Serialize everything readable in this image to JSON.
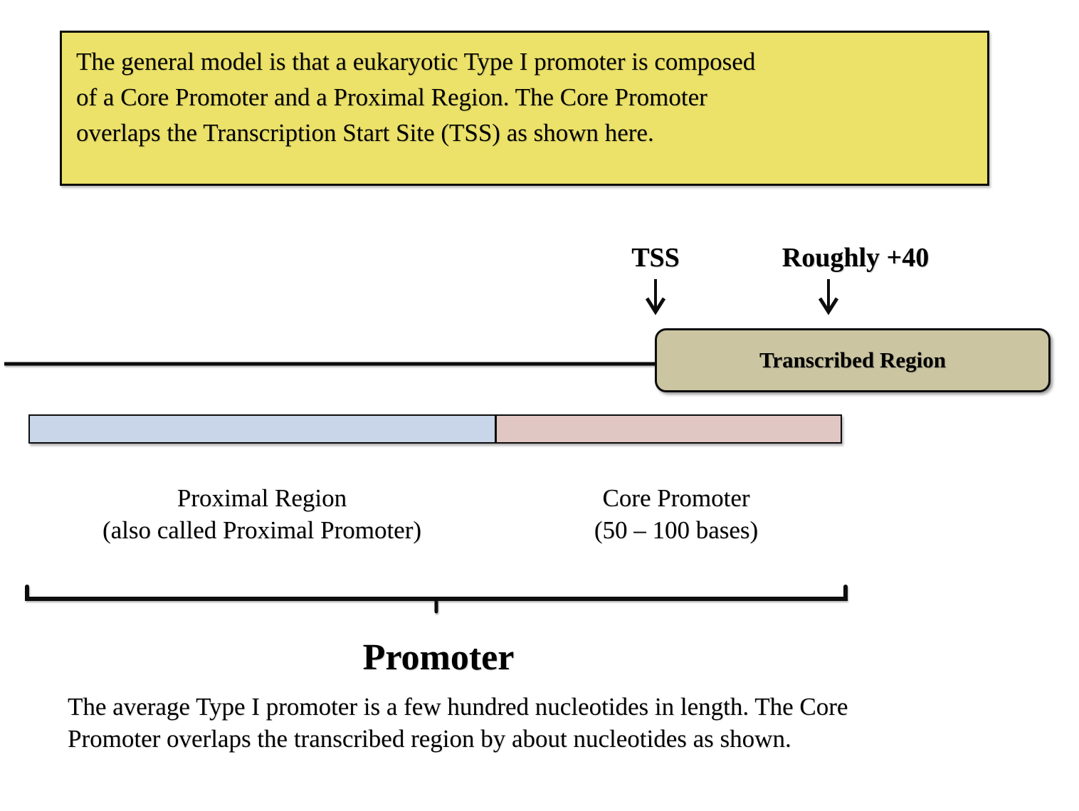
{
  "slide": {
    "background_color": "#FFFFFF",
    "top_note": {
      "bg_color": "#ECE26A",
      "lines": [
        "The general model is that a eukaryotic Type I promoter is composed",
        "of a Core Promoter and a Proximal Region. The Core Promoter",
        "overlaps the Transcription Start Site (TSS) as shown here."
      ]
    },
    "tss": {
      "label": "TSS"
    },
    "plus40": {
      "label": "Roughly +40"
    },
    "transcribed_region": {
      "label": "Transcribed Region",
      "fill_color": "#CBC5A2"
    },
    "promoter_bar": {
      "proximal_segment": {
        "fill_color": "#C9D5E8",
        "label_line1": "Proximal Region",
        "label_line2": "(also called Proximal Promoter)"
      },
      "core_segment": {
        "fill_color": "#E1C7C4",
        "label_line1": "Core Promoter",
        "label_line2": "(50 – 100 bases)"
      }
    },
    "promoter_title": "Promoter",
    "bottom_note": {
      "lines": [
        "The average Type I promoter is a few hundred nucleotides in length. The Core",
        "Promoter overlaps the transcribed region by about nucleotides as shown."
      ]
    }
  }
}
